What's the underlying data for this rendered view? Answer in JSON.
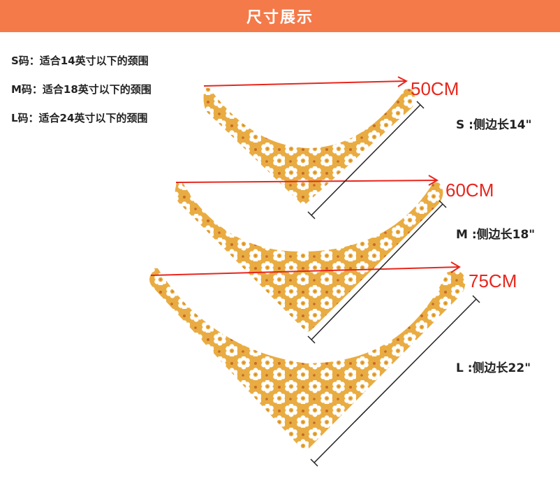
{
  "header": {
    "title": "尺寸展示"
  },
  "fit_lines": [
    "S码：适合14英寸以下的颈围",
    "M码：适合18英寸以下的颈围",
    "L码：适合24英寸以下的颈围"
  ],
  "sizes": [
    {
      "size": "S",
      "width_label": "50CM",
      "side_label": "S :侧边长14\""
    },
    {
      "size": "M",
      "width_label": "60CM",
      "side_label": "M :侧边长18\""
    },
    {
      "size": "L",
      "width_label": "75CM",
      "side_label": "L :侧边长22\""
    }
  ],
  "colors": {
    "header": "#f47a4a",
    "bib": "#e9ac42",
    "arrow": "#e8261c",
    "flower": "#ffffff",
    "flower_center": "#e9ac42"
  }
}
